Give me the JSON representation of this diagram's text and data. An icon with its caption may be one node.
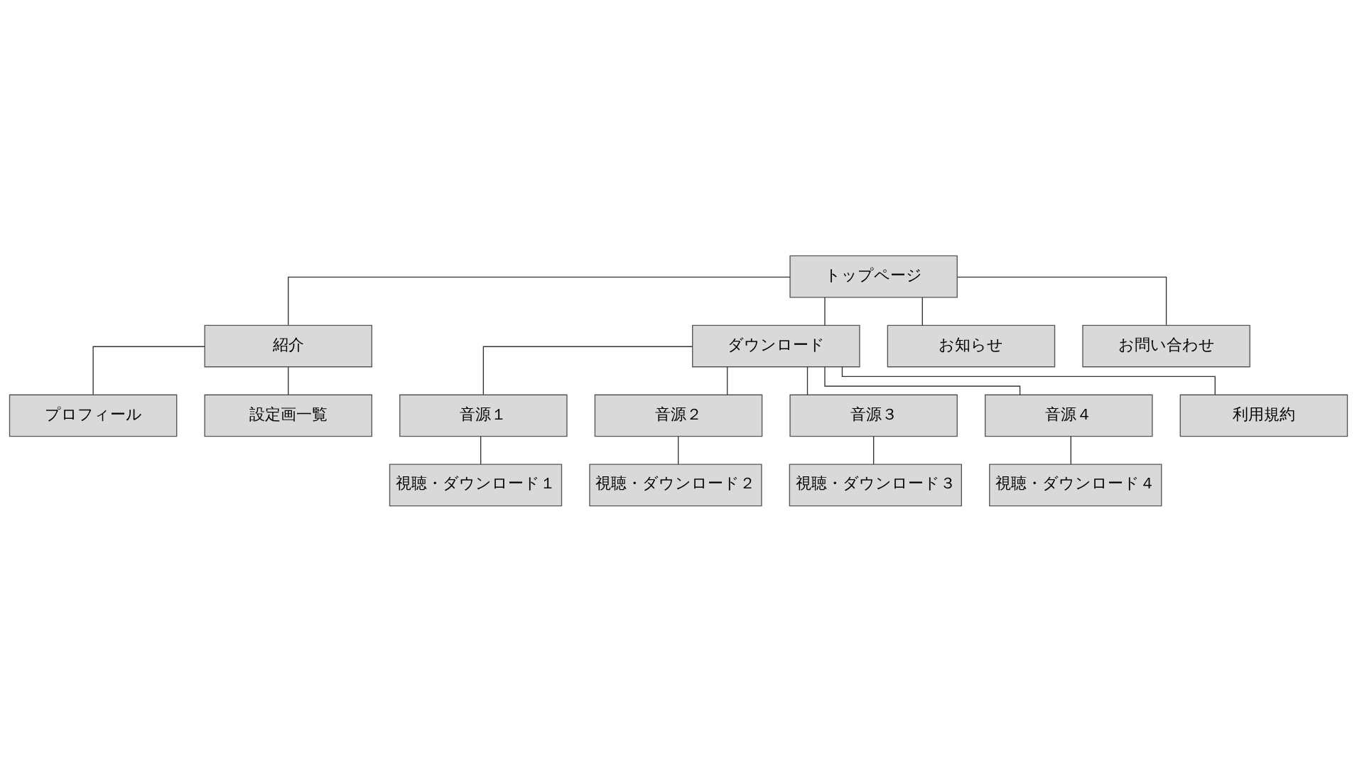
{
  "diagram": {
    "nodes": [
      {
        "text": [
          "トップページ"
        ]
      },
      {
        "text": [
          "紹介"
        ]
      },
      {
        "text": [
          "ダウンロード"
        ]
      },
      {
        "text": [
          "お知らせ"
        ]
      },
      {
        "text": [
          "お問い合わせ"
        ]
      },
      {
        "text": [
          "プロフィール"
        ]
      },
      {
        "text": [
          "音源１"
        ]
      },
      {
        "text": [
          "視聴・ダウンロード１"
        ]
      },
      {
        "text": [
          "設定画一覧"
        ]
      },
      {
        "text": [
          "音源２"
        ]
      },
      {
        "text": [
          "視聴・ダウンロード２"
        ]
      },
      {
        "text": [
          "音源３"
        ]
      },
      {
        "text": [
          "視聴・ダウンロード３"
        ]
      },
      {
        "text": [
          "音源４"
        ]
      },
      {
        "text": [
          "視聴・ダウンロード４"
        ]
      },
      {
        "text": [
          "利用規約"
        ]
      }
    ],
    "edges": [
      {
        "from": 0,
        "to": 1,
        "arrow": "none"
      },
      {
        "from": 0,
        "to": 2,
        "arrow": "none"
      },
      {
        "from": 0,
        "to": 3,
        "arrow": "none"
      },
      {
        "from": 0,
        "to": 4,
        "arrow": "none"
      },
      {
        "from": 1,
        "to": 5,
        "arrow": "none"
      },
      {
        "from": 1,
        "to": 8,
        "arrow": "none"
      },
      {
        "from": 2,
        "to": 6,
        "arrow": "none"
      },
      {
        "from": 2,
        "to": 9,
        "arrow": "none"
      },
      {
        "from": 2,
        "to": 11,
        "arrow": "none"
      },
      {
        "from": 2,
        "to": 13,
        "arrow": "none"
      },
      {
        "from": 2,
        "to": 15,
        "arrow": "none"
      },
      {
        "from": 6,
        "to": 7,
        "arrow": "none"
      },
      {
        "from": 9,
        "to": 10,
        "arrow": "none"
      },
      {
        "from": 11,
        "to": 12,
        "arrow": "none"
      },
      {
        "from": 13,
        "to": 14,
        "arrow": "none"
      }
    ]
  }
}
